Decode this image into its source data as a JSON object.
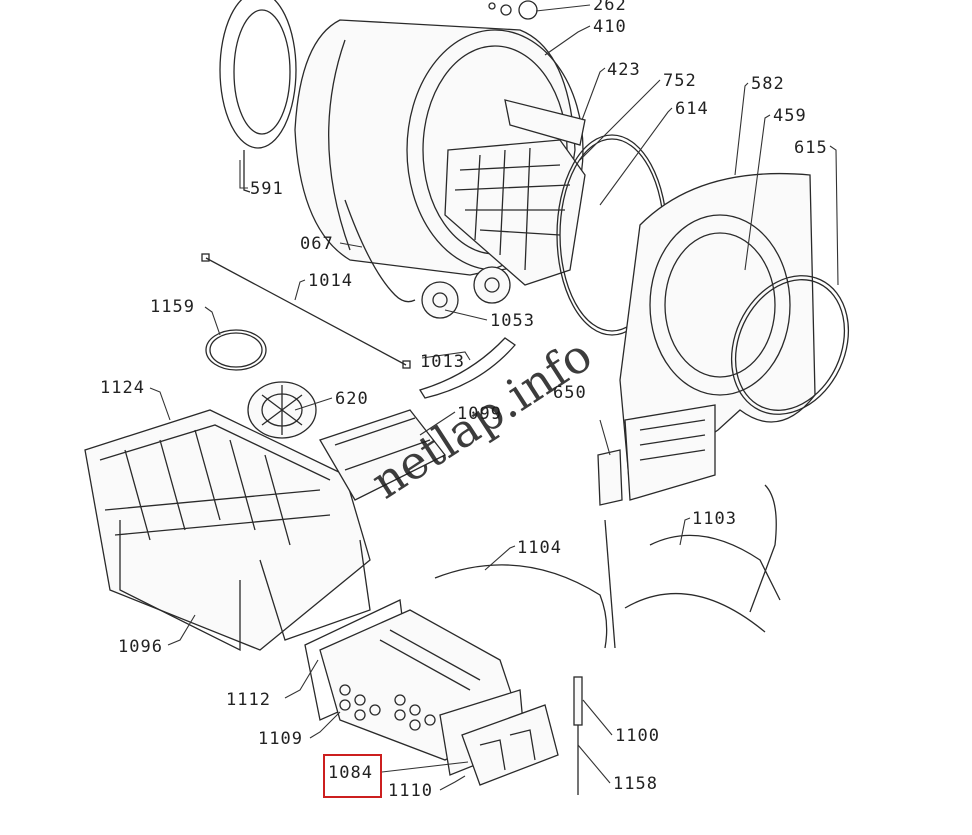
{
  "colors": {
    "highlight": "#cc1f1f",
    "line": "#2a2a2a"
  },
  "watermark": "netlap.info",
  "highlighted_part": "1084",
  "labels": {
    "p262": "262",
    "p410": "410",
    "p423": "423",
    "p752": "752",
    "p614": "614",
    "p582": "582",
    "p459": "459",
    "p615": "615",
    "p591": "591",
    "p067": "067",
    "p1014": "1014",
    "p1053": "1053",
    "p1159": "1159",
    "p1013": "1013",
    "p1124": "1124",
    "p620": "620",
    "p1099": "1099",
    "p650": "650",
    "p1104": "1104",
    "p1103": "1103",
    "p1096": "1096",
    "p1112": "1112",
    "p1109": "1109",
    "p1100": "1100",
    "p1084": "1084",
    "p1110": "1110",
    "p1158": "1158"
  }
}
